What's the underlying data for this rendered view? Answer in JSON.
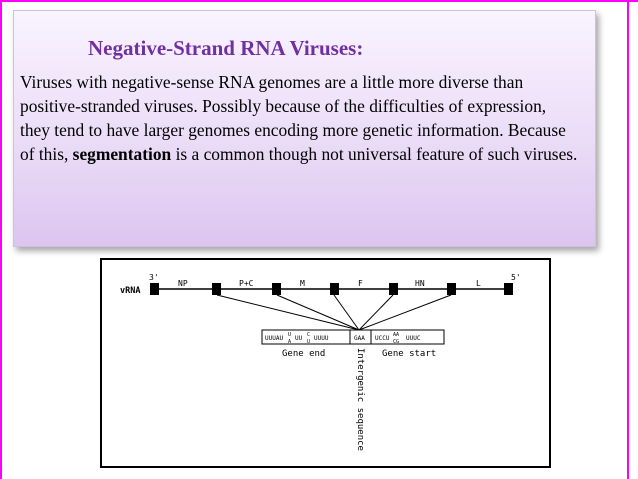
{
  "colors": {
    "accent": "#ff00ff",
    "title": "#7030a0"
  },
  "slide": {
    "title": "Negative-Strand RNA Viruses:",
    "paragraph": {
      "part1": "Viruses with negative-sense RNA genomes are a little more diverse than positive-stranded viruses. Possibly because of the difficulties of expression, they tend to have larger genomes encoding more genetic information. Because of this,",
      "bold": "segmentation",
      "part2": "is a common though not universal feature of such viruses."
    }
  },
  "figure": {
    "vrna_label": "vRNA",
    "end3": "3'",
    "end5": "5'",
    "genes": [
      "NP",
      "P+C",
      "M",
      "F",
      "HN",
      "L"
    ],
    "box_gene_end": "UUUAU",
    "box_gene_end_u_top": "U",
    "box_gene_end_a_bottom": "A",
    "box_uu": "UU",
    "box_c_top": "C",
    "box_u_bottom": "U",
    "box_uuuu": "UUUU",
    "box_gaa": "GAA",
    "box_uccu": "UCCU",
    "box_aa_top": "AA",
    "box_cg_bottom": "CG",
    "box_uuuc": "UUUC",
    "gene_end_label": "Gene end",
    "gene_start_label": "Gene start",
    "intergenic_label": "Intergenic sequence"
  }
}
